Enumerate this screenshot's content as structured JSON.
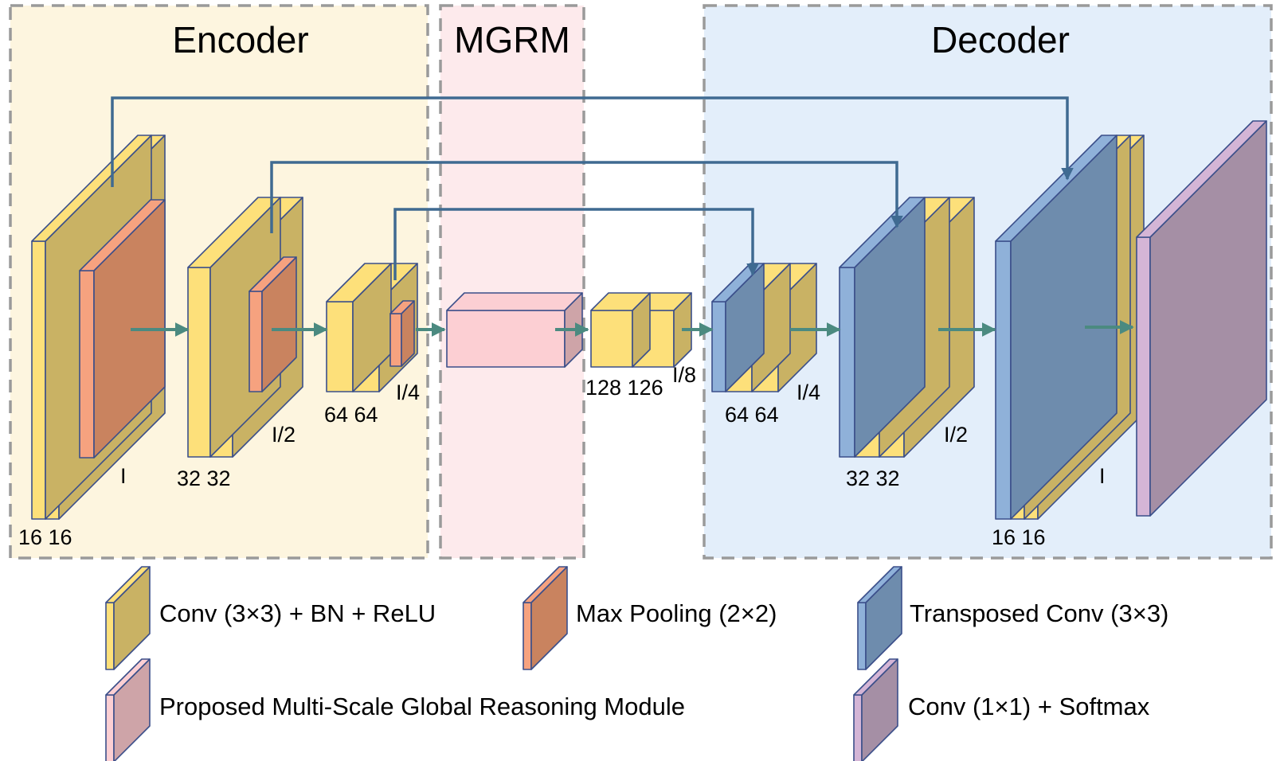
{
  "regions": {
    "encoder": {
      "title": "Encoder",
      "fill": "#fdf5df"
    },
    "mgrm": {
      "title": "MGRM",
      "fill": "#fdeaec"
    },
    "decoder": {
      "title": "Decoder",
      "fill": "#e3eefa"
    }
  },
  "labels": {
    "enc1_channels": "16 16",
    "enc1_scale": "I",
    "enc2_channels": "32 32",
    "enc2_scale": "I/2",
    "enc3_channels": "64 64",
    "enc3_scale": "I/4",
    "bottleneck_channels": "128 126",
    "bottleneck_scale": "I/8",
    "dec3_channels": "64 64",
    "dec3_scale": "I/4",
    "dec2_channels": "32 32",
    "dec2_scale": "I/2",
    "dec1_channels": "16 16",
    "dec1_scale": "I"
  },
  "legend": {
    "conv": "Conv (3×3) + BN + ReLU",
    "maxpool": "Max Pooling (2×2)",
    "transposed": "Transposed Conv (3×3)",
    "mgrm": "Proposed Multi-Scale Global Reasoning Module",
    "softmax": "Conv (1×1) + Softmax"
  },
  "colors": {
    "conv": {
      "front": "#fde07a",
      "side": "#c9b264",
      "top": "#fde07a"
    },
    "pool": {
      "front": "#f6a27f",
      "side": "#c9835f",
      "top": "#f6a27f"
    },
    "transposed": {
      "front": "#8fb1d9",
      "side": "#6e8cad",
      "top": "#8fb1d9"
    },
    "mgrm": {
      "front": "#fccfd3",
      "side": "#cea4a8",
      "top": "#fccfd3"
    },
    "softmax": {
      "front": "#d4b5d6",
      "side": "#a58fa5",
      "top": "#d4b5d6"
    },
    "outline": "#3b4f8a",
    "skip": "#3f6a91",
    "flow": "#4b8a80"
  }
}
